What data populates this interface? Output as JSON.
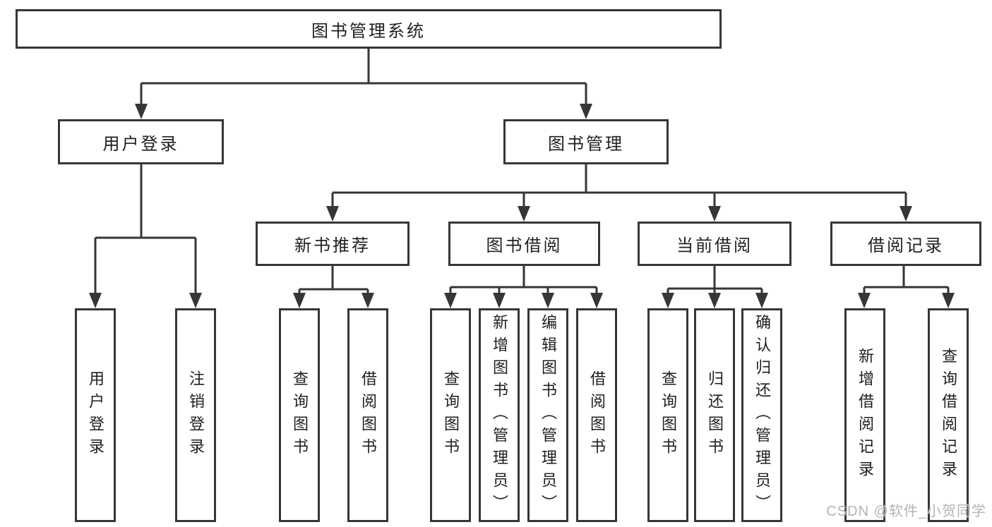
{
  "tree": {
    "root": {
      "label": "图书管理系统"
    },
    "children": [
      {
        "label": "用户登录",
        "children": [
          {
            "label": "用户登录"
          },
          {
            "label": "注销登录"
          }
        ]
      },
      {
        "label": "图书管理",
        "children": [
          {
            "label": "新书推荐",
            "children": [
              {
                "label": "查询图书"
              },
              {
                "label": "借阅图书"
              }
            ]
          },
          {
            "label": "图书借阅",
            "children": [
              {
                "label": "查询图书"
              },
              {
                "label": "新增图书（管理员）"
              },
              {
                "label": "编辑图书（管理员）"
              },
              {
                "label": "借阅图书"
              }
            ]
          },
          {
            "label": "当前借阅",
            "children": [
              {
                "label": "查询图书"
              },
              {
                "label": "归还图书"
              },
              {
                "label": "确认归还（管理员）"
              }
            ]
          },
          {
            "label": "借阅记录",
            "children": [
              {
                "label": "新增借阅记录"
              },
              {
                "label": "查询借阅记录"
              }
            ]
          }
        ]
      }
    ]
  },
  "watermark": {
    "text": "CSDN @软件_小贺同学"
  },
  "colors": {
    "line": "#363636",
    "text": "#1f1f1f",
    "watermark": "#b3b3b3",
    "background": "#ffffff"
  }
}
